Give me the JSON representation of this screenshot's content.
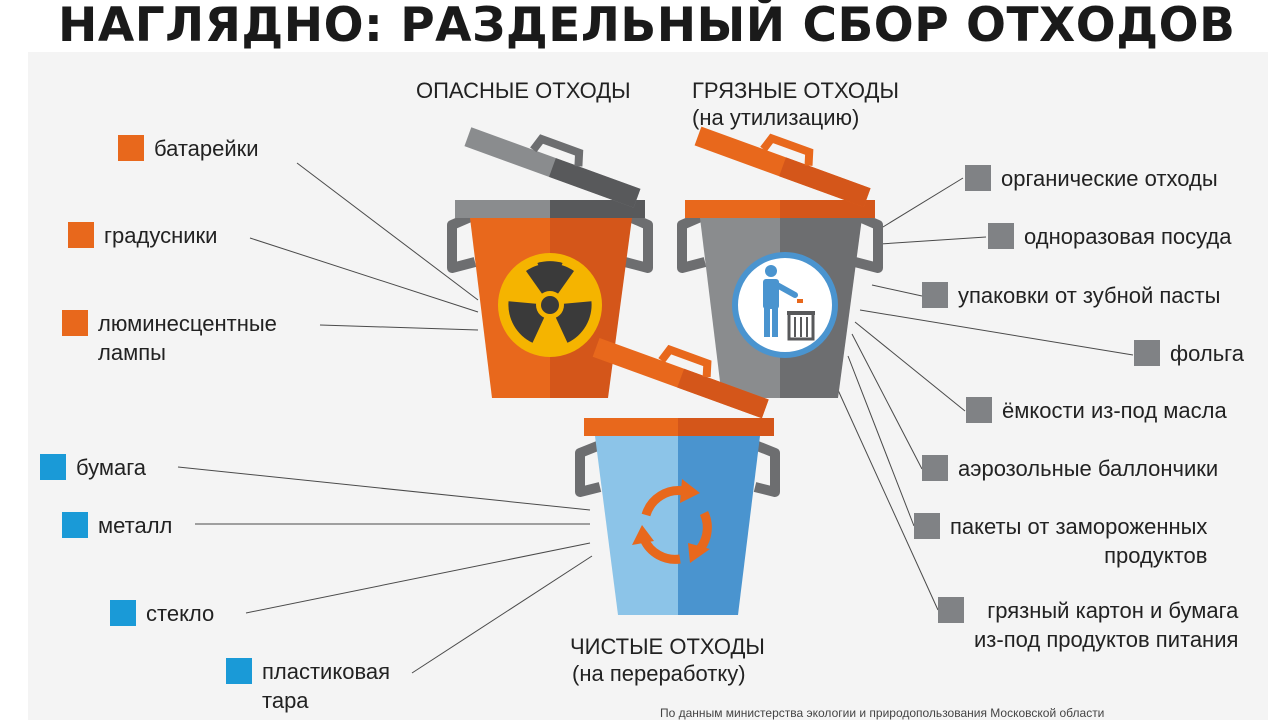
{
  "title": "НАГЛЯДНО: РАЗДЕЛЬНЫЙ СБОР ОТХОДОВ",
  "categories": {
    "hazardous": {
      "label": "ОПАСНЫЕ ОТХОДЫ"
    },
    "dirty": {
      "label": "ГРЯЗНЫЕ ОТХОДЫ",
      "sublabel": "(на утилизацию)"
    },
    "clean": {
      "label": "ЧИСТЫЕ ОТХОДЫ",
      "sublabel": "(на переработку)"
    }
  },
  "hazardous_items": [
    {
      "lines": [
        "батарейки"
      ]
    },
    {
      "lines": [
        "градусники"
      ]
    },
    {
      "lines": [
        "люминесцентные",
        "лампы"
      ]
    }
  ],
  "clean_items": [
    {
      "lines": [
        "бумага"
      ]
    },
    {
      "lines": [
        "металл"
      ]
    },
    {
      "lines": [
        "стекло"
      ]
    },
    {
      "lines": [
        "пластиковая",
        "тара"
      ]
    }
  ],
  "dirty_items": [
    {
      "lines": [
        "органические отходы"
      ]
    },
    {
      "lines": [
        "одноразовая посуда"
      ]
    },
    {
      "lines": [
        "упаковки от зубной пасты"
      ]
    },
    {
      "lines": [
        "фольга"
      ]
    },
    {
      "lines": [
        "ёмкости из-под масла"
      ]
    },
    {
      "lines": [
        "аэрозольные баллончики"
      ]
    },
    {
      "lines": [
        "пакеты от замороженных",
        "продуктов"
      ]
    },
    {
      "lines": [
        "грязный картон и бумага",
        "из-под продуктов питания"
      ]
    }
  ],
  "source": "По данным министерства экологии и природопользования Московской области",
  "colors": {
    "orange": "#e8681c",
    "orange_dark": "#d4561a",
    "gray": "#8a8c8e",
    "gray_dark": "#6d6e70",
    "blue_light": "#8cc4e8",
    "blue": "#4a94cf",
    "yellow": "#f5b400"
  },
  "icons": [
    "radiation-icon",
    "trash-person-icon",
    "recycle-icon"
  ]
}
